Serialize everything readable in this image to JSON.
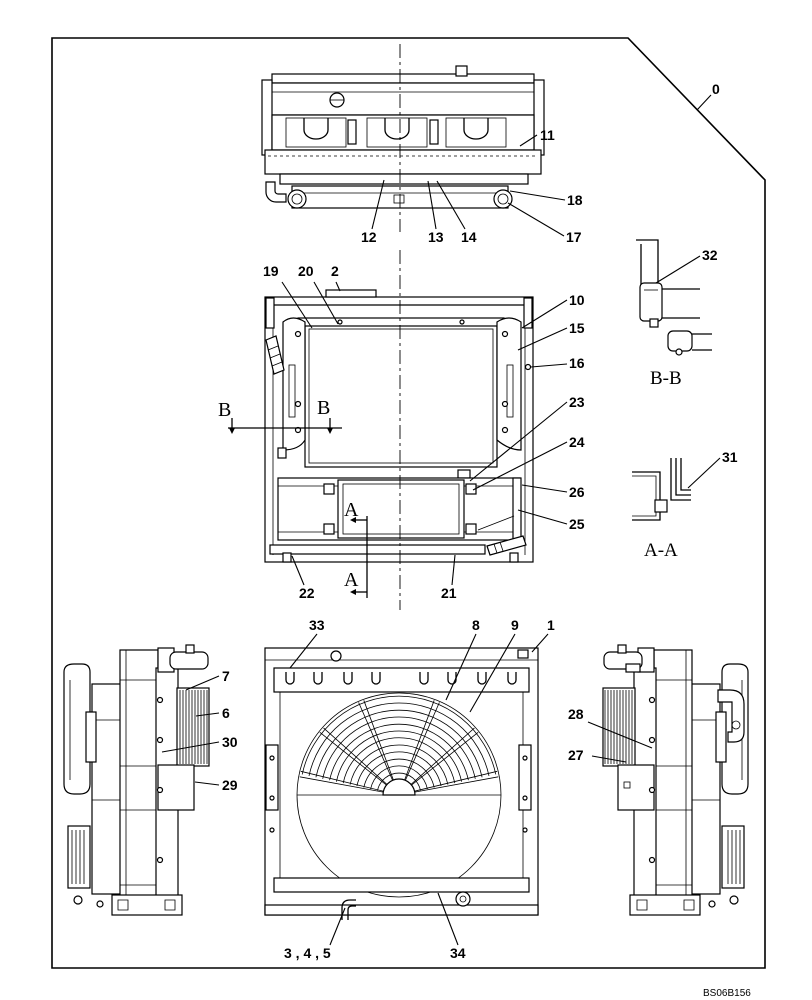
{
  "figure_code": "BS06B156",
  "assembly": {
    "callout": "0"
  },
  "top_view": {
    "callouts": {
      "p11": "11",
      "p12": "12",
      "p13": "13",
      "p14": "14",
      "p17": "17",
      "p18": "18"
    }
  },
  "upper_front_view": {
    "callouts": {
      "p2": "2",
      "p10": "10",
      "p15": "15",
      "p16": "16",
      "p19": "19",
      "p20": "20",
      "p21": "21",
      "p22": "22",
      "p23": "23",
      "p24": "24",
      "p25": "25",
      "p26": "26"
    },
    "section_b": {
      "left": "B",
      "right": "B"
    },
    "section_a": {
      "top": "A",
      "bottom": "A"
    }
  },
  "section_b_b": {
    "title": "B-B",
    "callout": "32"
  },
  "section_a_a": {
    "title": "A-A",
    "callout": "31"
  },
  "lower_front_view": {
    "callouts": {
      "p1": "1",
      "p8": "8",
      "p9": "9",
      "p33": "33",
      "p34": "34",
      "p3_4_5": "3 , 4 , 5"
    }
  },
  "left_side_view": {
    "callouts": {
      "p6": "6",
      "p7": "7",
      "p29": "29",
      "p30": "30"
    }
  },
  "right_side_view": {
    "callouts": {
      "p27": "27",
      "p28": "28"
    }
  }
}
